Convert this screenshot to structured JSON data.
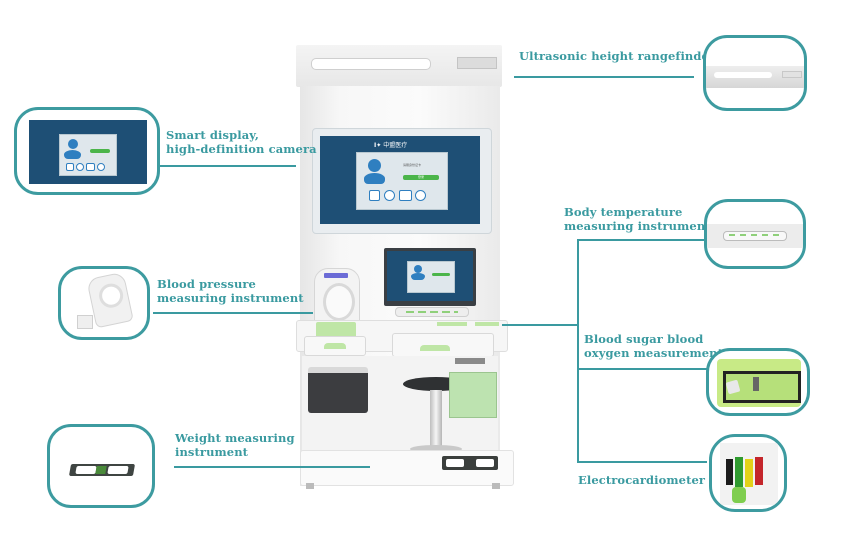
{
  "title": "Health check kiosk components",
  "callouts": [
    {
      "id": "smart-display",
      "label": "Smart display,\nhigh-definition camera"
    },
    {
      "id": "height",
      "label": "Ultrasonic height rangefinder"
    },
    {
      "id": "temperature",
      "label": "Body temperature\nmeasuring instrument"
    },
    {
      "id": "blood-pressure",
      "label": "Blood pressure\nmeasuring instrument"
    },
    {
      "id": "sugar-oxygen",
      "label": "Blood sugar blood\noxygen measurement"
    },
    {
      "id": "weight",
      "label": "Weight measuring\ninstrument"
    },
    {
      "id": "ecg",
      "label": "Electrocardiometer"
    }
  ],
  "screen": {
    "brand": "中盟医疗",
    "login_button": "登录",
    "input_hint": "请刷身份证卡"
  },
  "colors": {
    "accent": "#3a9aa0",
    "screen": "#1e4f75",
    "green": "#4bb54a",
    "lightgreen": "#bfe6a6"
  }
}
